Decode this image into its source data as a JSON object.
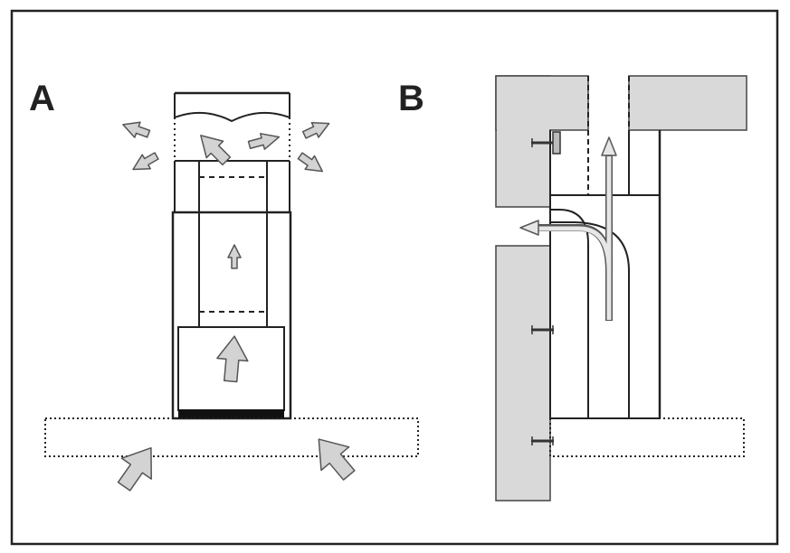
{
  "panels": [
    {
      "label": "A",
      "subject": "recirculation-hood-airflow"
    },
    {
      "label": "B",
      "subject": "extraction-hood-airflow"
    }
  ],
  "colors": {
    "frame": "#222222",
    "line": "#222222",
    "wall_fill": "#d9d9d9",
    "arrow_fill": "#d3d3d3",
    "arrow_stroke": "#555555",
    "filter_bar": "#111111"
  },
  "icons": [
    "arrow-icon"
  ]
}
